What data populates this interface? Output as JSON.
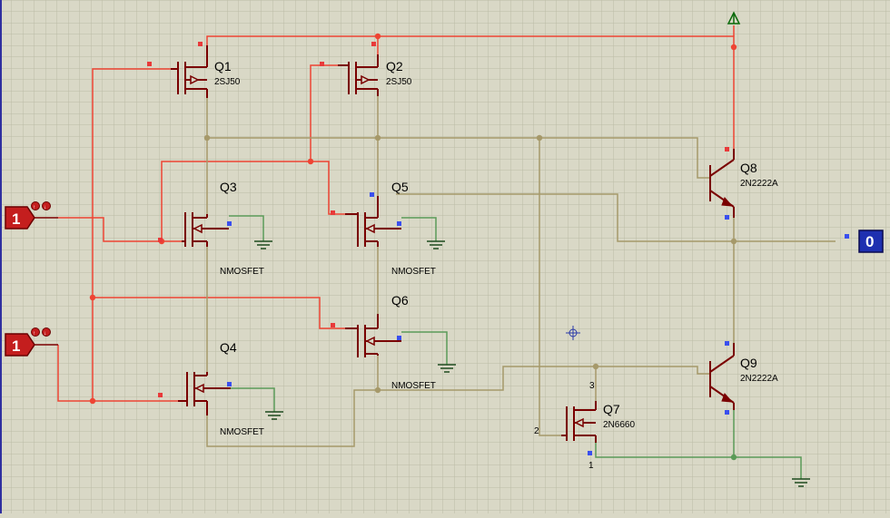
{
  "schematic": {
    "components": [
      {
        "id": "Q1",
        "ref": "Q1",
        "part": "2SJ50"
      },
      {
        "id": "Q2",
        "ref": "Q2",
        "part": "2SJ50"
      },
      {
        "id": "Q3",
        "ref": "Q3",
        "part": "NMOSFET"
      },
      {
        "id": "Q4",
        "ref": "Q4",
        "part": "NMOSFET"
      },
      {
        "id": "Q5",
        "ref": "Q5",
        "part": "NMOSFET"
      },
      {
        "id": "Q6",
        "ref": "Q6",
        "part": "NMOSFET"
      },
      {
        "id": "Q7",
        "ref": "Q7",
        "part": "2N6660"
      },
      {
        "id": "Q8",
        "ref": "Q8",
        "part": "2N2222A"
      },
      {
        "id": "Q9",
        "ref": "Q9",
        "part": "2N2222A"
      }
    ],
    "q7_pins": {
      "gate": "2",
      "drain": "3",
      "source": "1"
    },
    "inputs": [
      {
        "id": "in-a",
        "value": "1"
      },
      {
        "id": "in-b",
        "value": "1"
      }
    ],
    "output": {
      "value": "0"
    }
  },
  "colors": {
    "background": "#d9d8c6",
    "grid": "#bcbba6",
    "high_wire": "#ee4433",
    "neutral_wire": "#a6996a",
    "ground_wire": "#5b9a58",
    "component": "#7a0000",
    "logic_high": "#c41e1e",
    "logic_low": "#1e2fb0",
    "pin_high": "#e83a3a",
    "pin_low": "#3a4fee"
  }
}
